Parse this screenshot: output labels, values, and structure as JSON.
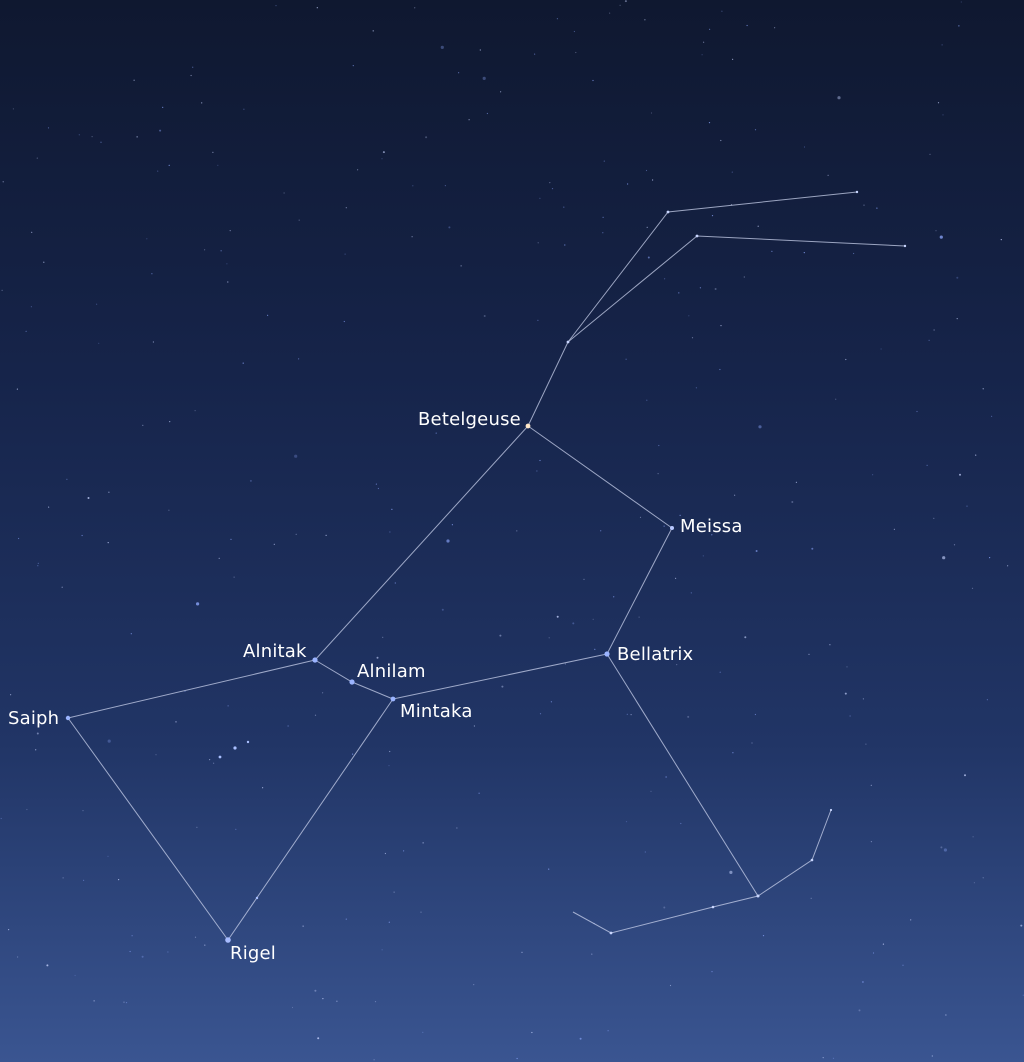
{
  "colors": {
    "sky_top": "#0f1830",
    "sky_bottom": "#3a5591",
    "line": "#c9d2ec",
    "star": "#9bb4ff",
    "label": "#ffffff"
  },
  "stars": [
    {
      "key": "betelgeuse",
      "label": "Betelgeuse"
    },
    {
      "key": "meissa",
      "label": "Meissa"
    },
    {
      "key": "bellatrix",
      "label": "Bellatrix"
    },
    {
      "key": "alnitak",
      "label": "Alnitak"
    },
    {
      "key": "alnilam",
      "label": "Alnilam"
    },
    {
      "key": "mintaka",
      "label": "Mintaka"
    },
    {
      "key": "saiph",
      "label": "Saiph"
    },
    {
      "key": "rigel",
      "label": "Rigel"
    }
  ]
}
